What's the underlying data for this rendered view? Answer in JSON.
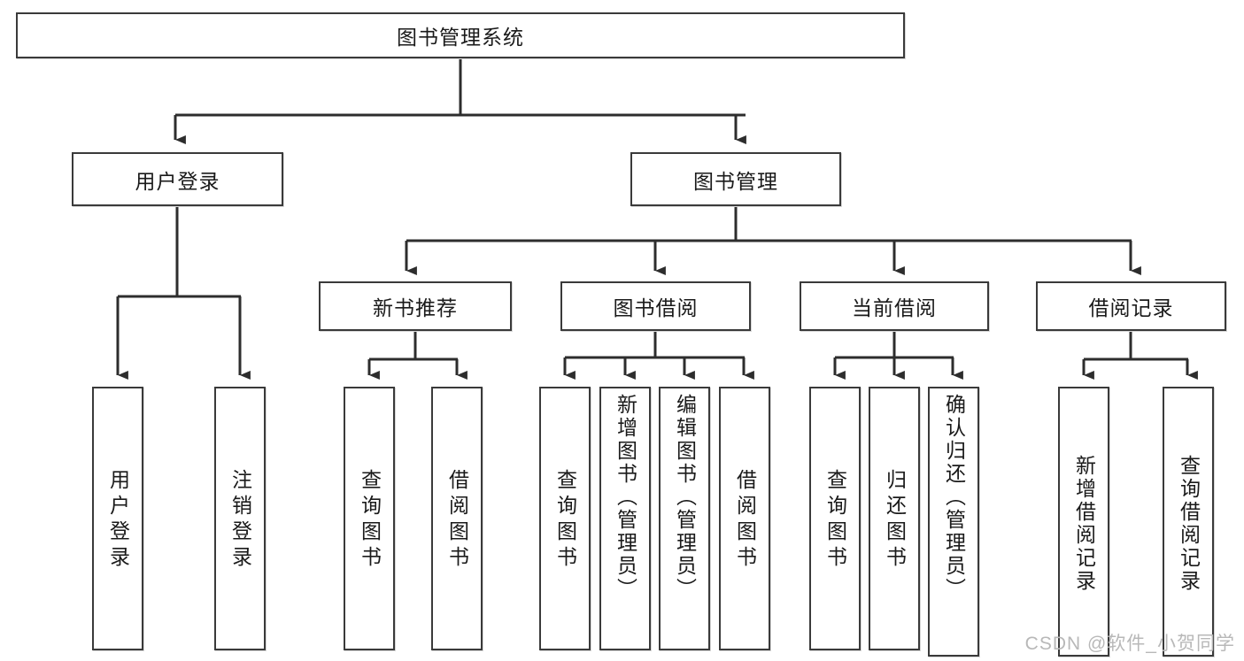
{
  "diagram": {
    "title": "图书管理系统",
    "type": "功能结构图",
    "theme": {
      "background": "#ffffff",
      "box_border": "#3a3a3a",
      "box_fill": "#ffffff",
      "connector": "#2d2d2d",
      "text": "#1a1a1a",
      "watermark": "#b8b8b8"
    },
    "root": {
      "label": "图书管理系统"
    },
    "level2": [
      {
        "id": "user-login",
        "label": "用户登录"
      },
      {
        "id": "book-manage",
        "label": "图书管理"
      }
    ],
    "level3": [
      {
        "id": "new-book-recommend",
        "label": "新书推荐",
        "parent": "book-manage"
      },
      {
        "id": "book-borrow",
        "label": "图书借阅",
        "parent": "book-manage"
      },
      {
        "id": "current-borrow",
        "label": "当前借阅",
        "parent": "book-manage"
      },
      {
        "id": "borrow-record",
        "label": "借阅记录",
        "parent": "book-manage"
      }
    ],
    "leaves": {
      "user-login": [
        {
          "id": "leaf-user-login",
          "label": "用户登录"
        },
        {
          "id": "leaf-user-logout",
          "label": "注销登录"
        }
      ],
      "new-book-recommend": [
        {
          "id": "leaf-query-book-1",
          "label": "查询图书"
        },
        {
          "id": "leaf-borrow-book-1",
          "label": "借阅图书"
        }
      ],
      "book-borrow": [
        {
          "id": "leaf-query-book-2",
          "label": "查询图书"
        },
        {
          "id": "leaf-add-book",
          "label": "新增图书（管理员）"
        },
        {
          "id": "leaf-edit-book",
          "label": "编辑图书（管理员）"
        },
        {
          "id": "leaf-borrow-book-2",
          "label": "借阅图书"
        }
      ],
      "current-borrow": [
        {
          "id": "leaf-query-book-3",
          "label": "查询图书"
        },
        {
          "id": "leaf-return-book",
          "label": "归还图书"
        },
        {
          "id": "leaf-confirm-return",
          "label": "确认归还（管理员）"
        }
      ],
      "borrow-record": [
        {
          "id": "leaf-add-record",
          "label": "新增借阅记录"
        },
        {
          "id": "leaf-query-record",
          "label": "查询借阅记录"
        }
      ]
    },
    "watermark": "CSDN @软件_小贺同学"
  }
}
